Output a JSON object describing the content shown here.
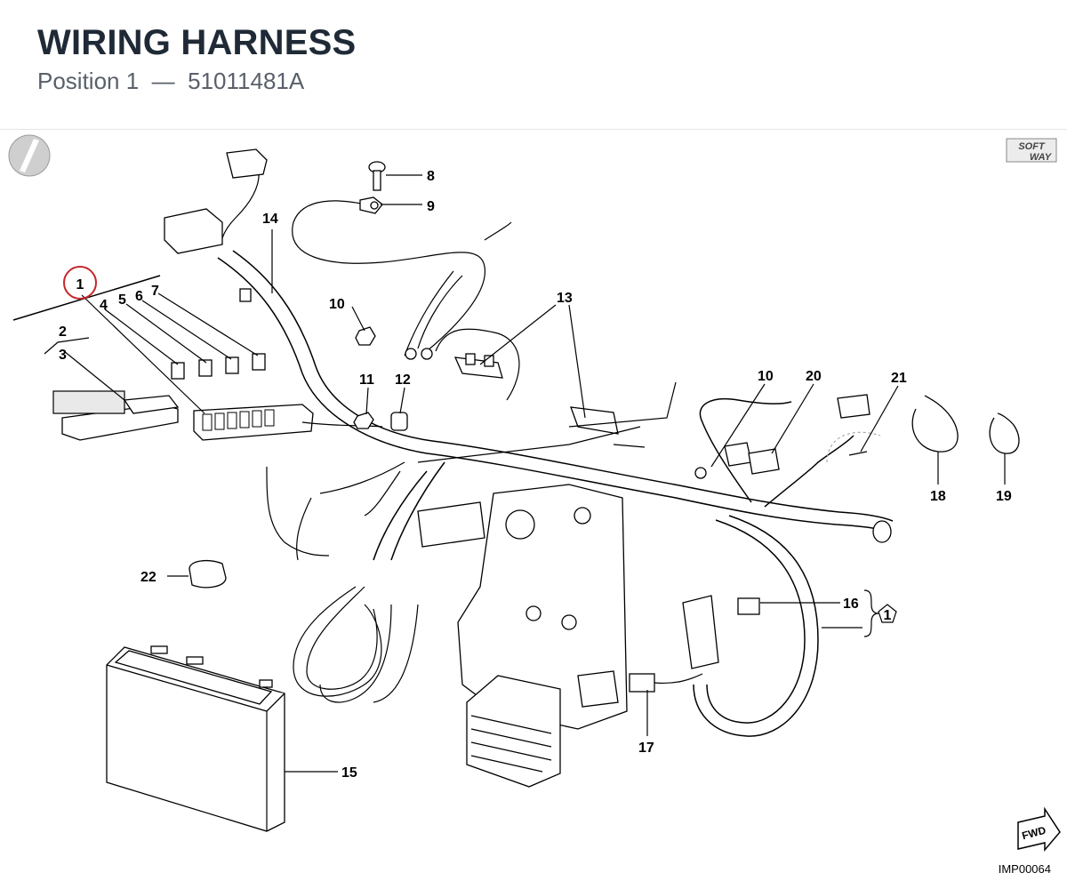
{
  "header": {
    "title": "WIRING HARNESS",
    "position_label": "Position 1",
    "separator": "—",
    "part_number": "51011481A"
  },
  "logo": {
    "top": "SOFT",
    "bottom": "WAY"
  },
  "callouts": {
    "c1": "1",
    "c2": "2",
    "c3": "3",
    "c4": "4",
    "c5": "5",
    "c6": "6",
    "c7": "7",
    "c8": "8",
    "c9": "9",
    "c10a": "10",
    "c10b": "10",
    "c11": "11",
    "c12": "12",
    "c13": "13",
    "c14": "14",
    "c15": "15",
    "c16": "16",
    "c17": "17",
    "c18": "18",
    "c19": "19",
    "c20": "20",
    "c21": "21",
    "c22": "22",
    "c1pent": "1"
  },
  "fwd_label": "FWD",
  "image_code": "IMP00064"
}
